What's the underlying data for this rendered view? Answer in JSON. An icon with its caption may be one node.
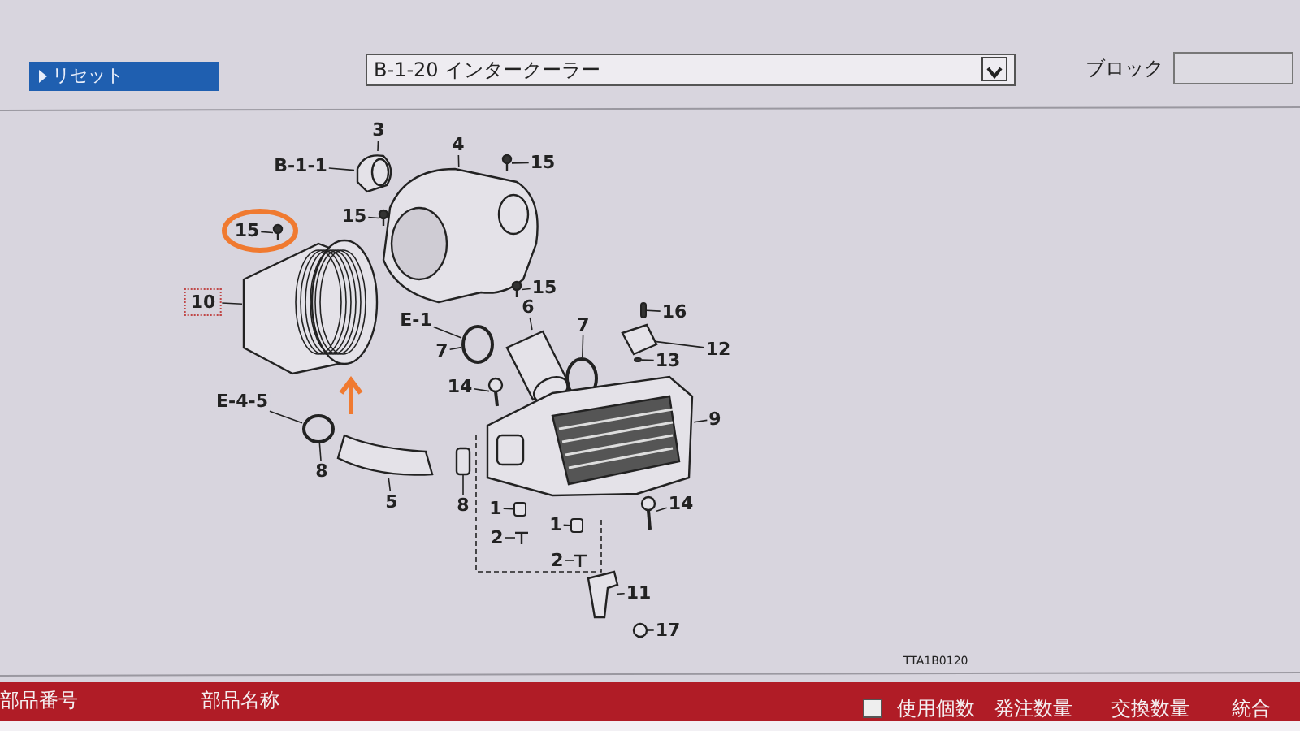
{
  "diagram": {
    "nodes": [
      {
        "text": [
          "B-1-1"
        ]
      },
      {
        "text": [
          "3"
        ]
      },
      {
        "text": [
          "4"
        ]
      },
      {
        "text": [
          "15"
        ]
      },
      {
        "text": [
          "15"
        ]
      },
      {
        "text": [
          "15"
        ]
      },
      {
        "text": [
          "10"
        ]
      },
      {
        "text": [
          "15"
        ]
      },
      {
        "text": [
          "E-1"
        ]
      },
      {
        "text": [
          "7"
        ]
      },
      {
        "text": [
          "6"
        ]
      },
      {
        "text": [
          "7"
        ]
      },
      {
        "text": [
          "16"
        ]
      },
      {
        "text": [
          "12"
        ]
      },
      {
        "text": [
          "13"
        ]
      },
      {
        "text": [
          "14"
        ]
      },
      {
        "text": [
          "9"
        ]
      },
      {
        "text": [
          "E-4-5"
        ]
      },
      {
        "text": [
          "8"
        ]
      },
      {
        "text": [
          "5"
        ]
      },
      {
        "text": [
          "8"
        ]
      },
      {
        "text": [
          "1"
        ]
      },
      {
        "text": [
          "2"
        ]
      },
      {
        "text": [
          "1"
        ]
      },
      {
        "text": [
          "14"
        ]
      },
      {
        "text": [
          "2"
        ]
      },
      {
        "text": [
          "11"
        ]
      },
      {
        "text": [
          "17"
        ]
      },
      {
        "text": [],
        "shape": "picture"
      },
      {
        "text": [],
        "shape": "picture"
      },
      {
        "text": [],
        "shape": "picture"
      },
      {
        "text": [],
        "shape": "picture"
      },
      {
        "text": [],
        "shape": "picture"
      },
      {
        "text": [],
        "shape": "picture"
      },
      {
        "text": [],
        "shape": "picture"
      },
      {
        "text": [],
        "shape": "circle"
      },
      {
        "text": [],
        "shape": "picture"
      },
      {
        "text": [],
        "shape": "circle"
      },
      {
        "text": [],
        "shape": "box"
      },
      {
        "text": [],
        "shape": "picture"
      },
      {
        "text": [],
        "shape": "box"
      },
      {
        "text": [],
        "shape": "picture"
      },
      {
        "text": [],
        "shape": "picture"
      },
      {
        "text": [],
        "shape": "circle"
      },
      {
        "text": [],
        "shape": "picture"
      },
      {
        "text": [],
        "shape": "picture"
      },
      {
        "text": [],
        "shape": "box"
      },
      {
        "text": [],
        "shape": "picture"
      },
      {
        "text": [],
        "shape": "box"
      },
      {
        "text": [],
        "shape": "picture"
      },
      {
        "text": [],
        "shape": "picture"
      },
      {
        "text": [],
        "shape": "picture"
      },
      {
        "text": [],
        "shape": "picture"
      }
    ],
    "edges": [
      {
        "from": 0,
        "to": 28,
        "arrow": "none"
      },
      {
        "from": 1,
        "to": 28,
        "arrow": "none"
      },
      {
        "from": 2,
        "to": 29,
        "arrow": "none"
      },
      {
        "from": 3,
        "to": 30,
        "arrow": "none"
      },
      {
        "from": 4,
        "to": 31,
        "arrow": "none"
      },
      {
        "from": 5,
        "to": 32,
        "arrow": "none"
      },
      {
        "from": 6,
        "to": 33,
        "arrow": "none"
      },
      {
        "from": 7,
        "to": 34,
        "arrow": "none"
      },
      {
        "from": 8,
        "to": 35,
        "arrow": "none"
      },
      {
        "from": 9,
        "to": 35,
        "arrow": "none"
      },
      {
        "from": 10,
        "to": 36,
        "arrow": "none"
      },
      {
        "from": 11,
        "to": 37,
        "arrow": "none"
      },
      {
        "from": 12,
        "to": 38,
        "arrow": "none"
      },
      {
        "from": 13,
        "to": 39,
        "arrow": "none"
      },
      {
        "from": 14,
        "to": 40,
        "arrow": "none"
      },
      {
        "from": 15,
        "to": 41,
        "arrow": "none"
      },
      {
        "from": 16,
        "to": 42,
        "arrow": "none"
      },
      {
        "from": 17,
        "to": 43,
        "arrow": "none"
      },
      {
        "from": 18,
        "to": 43,
        "arrow": "none"
      },
      {
        "from": 19,
        "to": 44,
        "arrow": "none"
      },
      {
        "from": 20,
        "to": 45,
        "arrow": "none"
      },
      {
        "from": 21,
        "to": 46,
        "arrow": "none"
      },
      {
        "from": 22,
        "to": 47,
        "arrow": "none"
      },
      {
        "from": 23,
        "to": 48,
        "arrow": "none"
      },
      {
        "from": 24,
        "to": 50,
        "arrow": "none"
      },
      {
        "from": 25,
        "to": 49,
        "arrow": "none"
      },
      {
        "from": 26,
        "to": 51,
        "arrow": "none"
      },
      {
        "from": 27,
        "to": 52,
        "arrow": "none"
      },
      {
        "from": null,
        "to": 33,
        "arrow": "to",
        "style": "thick",
        "color": "#f07a30"
      }
    ],
    "labels": [
      "リセット",
      "B-1-20 インタークーラー",
      "ブロック",
      "TTA1B0120",
      "部品番号",
      "部品名称",
      "使用個数",
      "発注数量",
      "交換数量",
      "統合"
    ]
  }
}
